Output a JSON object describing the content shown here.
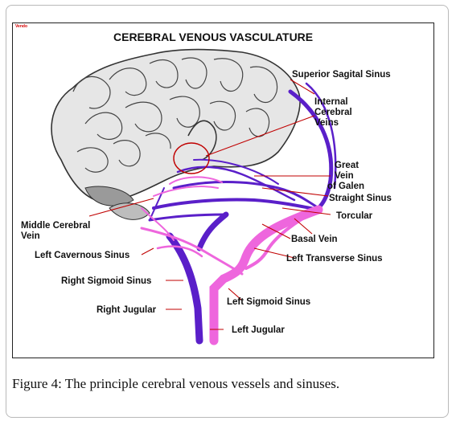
{
  "figure": {
    "corner_mark": "Vendo",
    "title": "CEREBRAL VENOUS VASCULATURE",
    "labels": {
      "superior_sagital_sinus": "Superior Sagital Sinus",
      "internal_cerebral_1": "Internal",
      "internal_cerebral_2": "Cerebral",
      "internal_cerebral_3": "Veins",
      "great_vein_1": "Great",
      "great_vein_2": "Vein",
      "great_vein_3": "of Galen",
      "straight_sinus": "Straight Sinus",
      "torcular": "Torcular",
      "basal_vein": "Basal Vein",
      "left_transverse_sinus": "Left Transverse Sinus",
      "middle_cerebral_1": "Middle Cerebral",
      "middle_cerebral_2": "Vein",
      "left_cavernous_sinus": "Left Cavernous Sinus",
      "right_sigmoid_sinus": "Right Sigmoid Sinus",
      "right_jugular": "Right Jugular",
      "left_sigmoid_sinus": "Left Sigmoid Sinus",
      "left_jugular": "Left Jugular"
    }
  },
  "caption": {
    "label": "Figure 4:",
    "text": " The principle cerebral venous vessels and sinuses."
  },
  "colors": {
    "deep_vein": "#5a1fc9",
    "sinus": "#ee66dd",
    "leader": "#c00000",
    "brain": "#e4e4e4"
  }
}
